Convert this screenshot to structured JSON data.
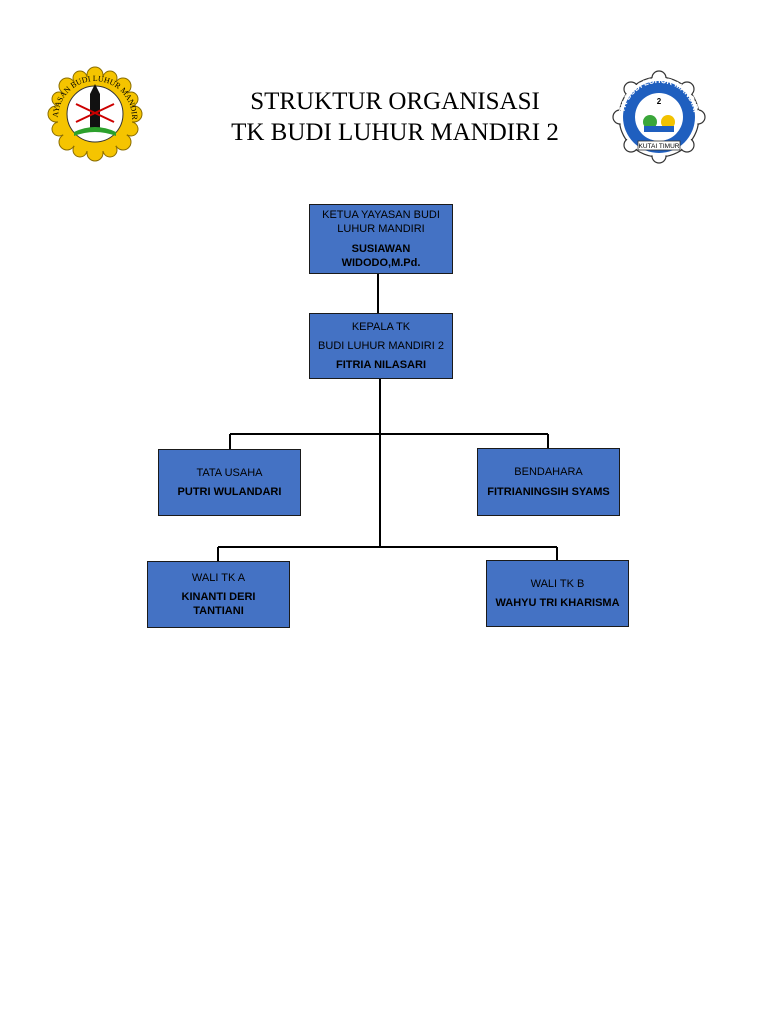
{
  "header": {
    "title_line1": "STRUKTUR ORGANISASI",
    "title_line2": "TK BUDI LUHUR MANDIRI 2"
  },
  "logos": {
    "left": {
      "icon": "yayasan-seal-icon",
      "ring_text": "YAYASAN BUDI LUHUR MANDIRI",
      "color": "#f5c400"
    },
    "right": {
      "icon": "tk-school-badge-icon",
      "ring_text": "TK BUDI LUHUR MANDIRI",
      "number": "2",
      "banner": "KUTAI TIMUR",
      "color": "#1f5fbf"
    }
  },
  "org": {
    "ketua": {
      "role": "KETUA YAYASAN BUDI LUHUR MANDIRI",
      "name": "SUSIAWAN WIDODO,M.Pd."
    },
    "kepala": {
      "role_line1": "KEPALA TK",
      "role_line2": "BUDI LUHUR MANDIRI 2",
      "name": "FITRIA NILASARI"
    },
    "tata_usaha": {
      "role": "TATA USAHA",
      "name": "PUTRI WULANDARI"
    },
    "bendahara": {
      "role": "BENDAHARA",
      "name": "FITRIANINGSIH SYAMS"
    },
    "wali_a": {
      "role": "WALI TK A",
      "name": "KINANTI DERI TANTIANI"
    },
    "wali_b": {
      "role": "WALI TK B",
      "name": "WAHYU TRI KHARISMA"
    }
  },
  "colors": {
    "box_fill": "#4472c4",
    "line": "#000000"
  }
}
